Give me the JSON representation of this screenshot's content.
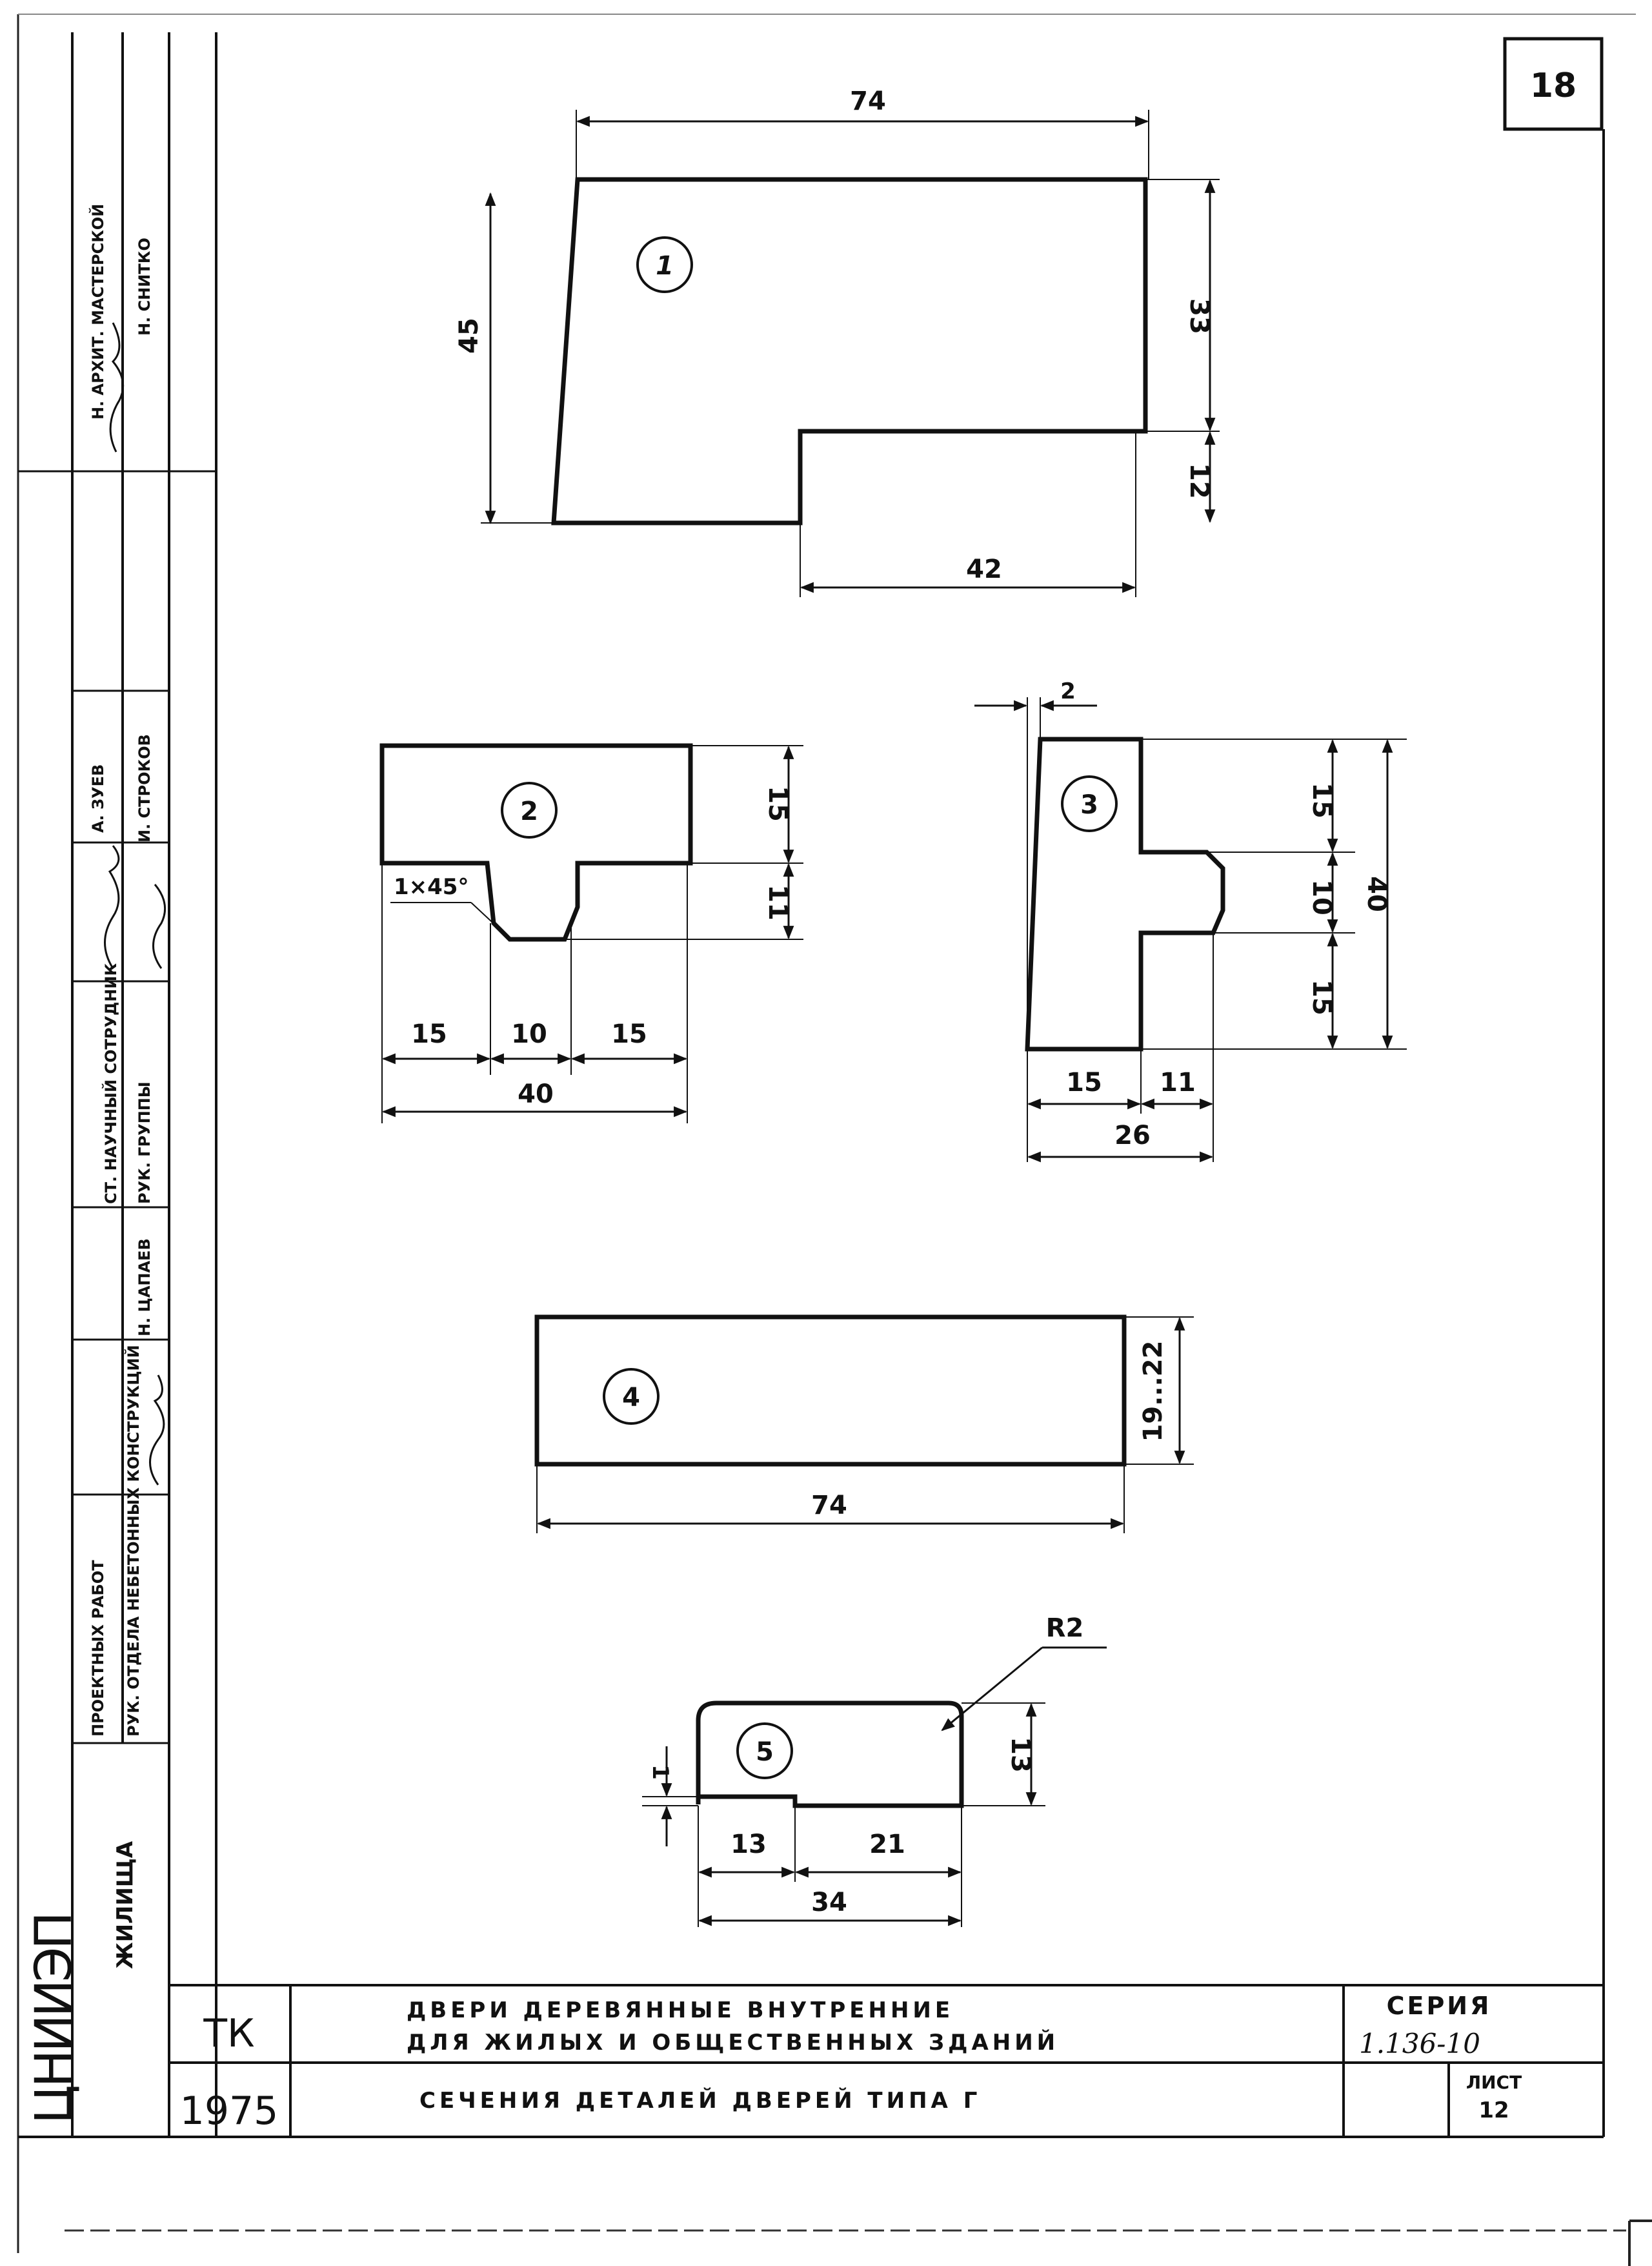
{
  "page_number": "18",
  "details": [
    {
      "label": "1",
      "dims": [
        "74",
        "45",
        "33",
        "12",
        "42"
      ]
    },
    {
      "label": "2",
      "dims": [
        "15",
        "11",
        "1×45°",
        "15",
        "10",
        "15",
        "40"
      ]
    },
    {
      "label": "3",
      "dims": [
        "2",
        "15",
        "10",
        "15",
        "40",
        "15",
        "11",
        "26"
      ]
    },
    {
      "label": "4",
      "dims": [
        "19...22",
        "74"
      ]
    },
    {
      "label": "5",
      "dims": [
        "R2",
        "13",
        "1",
        "13",
        "21",
        "34"
      ]
    }
  ],
  "side_stamp": {
    "rows": [
      {
        "role": "Н. АРХИТ. МАСТЕРСКОЙ",
        "name": "Н. СНИТКО"
      },
      {
        "role": "СТ. НАУЧНЫЙ СОТРУДНИК",
        "name": "А. ЗУЕВ"
      },
      {
        "role": "РУК. ГРУППЫ",
        "name": "И. СТРОКОВ"
      },
      {
        "role": "РУК. ОТДЕЛА НЕБЕТОННЫХ КОНСТРУКЦИЙ",
        "name": "Н. ЦАПАЕВ"
      },
      {
        "role": "ПРОЕКТНЫХ РАБОТ",
        "name": ""
      }
    ],
    "institute": "ЖИЛИЩА",
    "logo": "ЦНИИЭП"
  },
  "title_block": {
    "code": "ТК",
    "year": "1975",
    "title_line1": "ДВЕРИ ДЕРЕВЯННЫЕ ВНУТРЕННИЕ",
    "title_line2": "ДЛЯ ЖИЛЫХ И ОБЩЕСТВЕННЫХ ЗДАНИЙ",
    "subtitle": "СЕЧЕНИЯ ДЕТАЛЕЙ ДВЕРЕЙ ТИПА Г",
    "series_label": "СЕРИЯ",
    "series_number": "1.136-10",
    "sheet_label": "ЛИСТ",
    "sheet_number": "12"
  }
}
